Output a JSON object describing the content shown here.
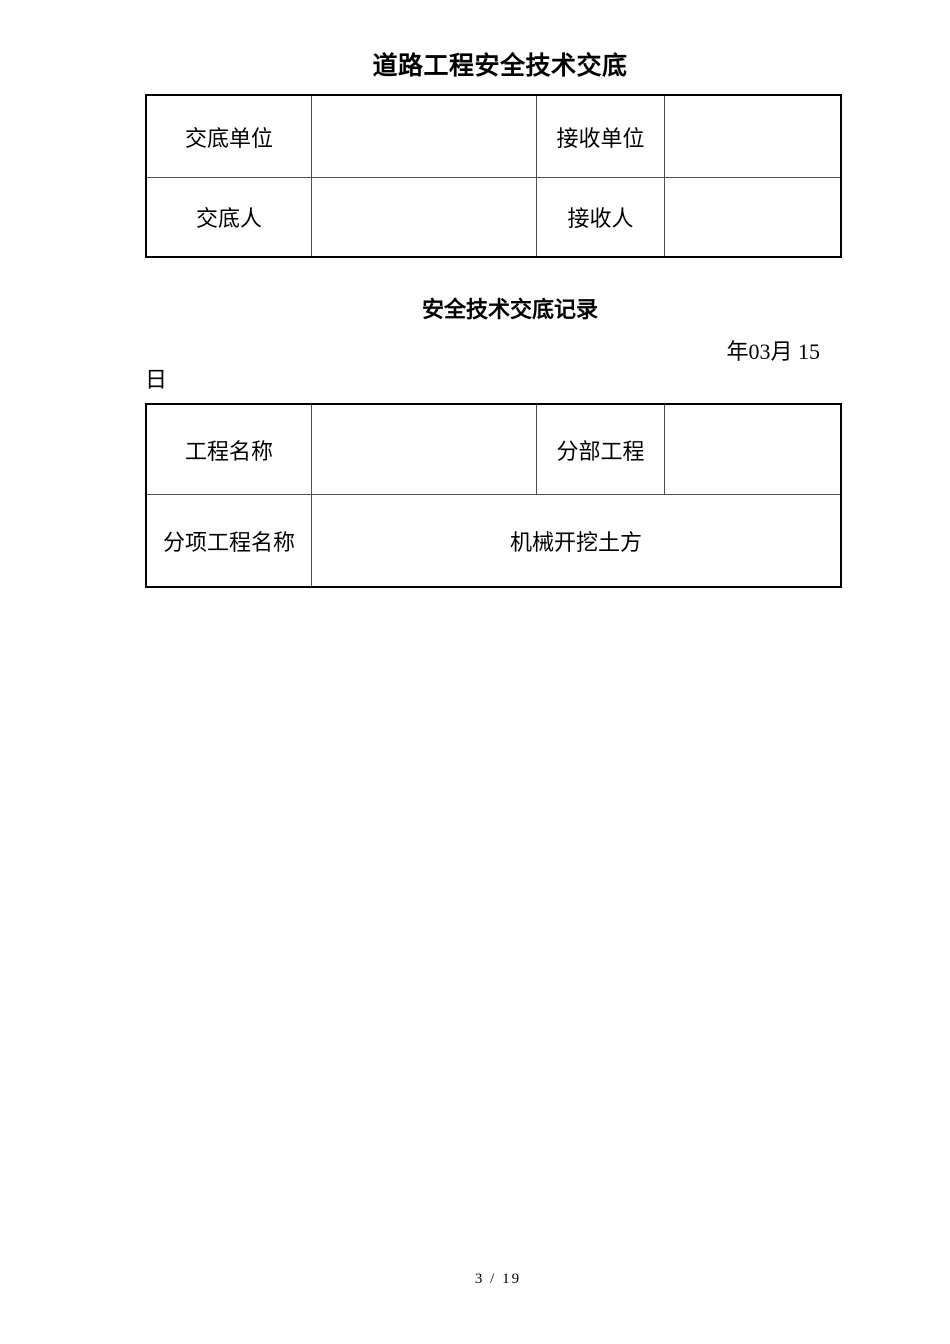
{
  "page": {
    "title": "道路工程安全技术交底",
    "subtitle": "安全技术交底记录",
    "date_line_1": "年03月 15",
    "date_line_2": "日",
    "page_number": "3 / 19",
    "background_color": "#ffffff",
    "text_color": "#000000",
    "table_outer_border_color": "#000000",
    "table_inner_border_color": "#4d4d4d"
  },
  "header_table": {
    "rows": [
      {
        "c1": "交底单位",
        "c2": "",
        "c3": "接收单位",
        "c4": ""
      },
      {
        "c1": "交底人",
        "c2": "",
        "c3": "接收人",
        "c4": ""
      }
    ]
  },
  "project_table": {
    "row1": {
      "c1": "工程名称",
      "c2": "",
      "c3": "分部工程",
      "c4": ""
    },
    "row2": {
      "label": "分项工程名称",
      "value": "机械开挖土方"
    }
  }
}
